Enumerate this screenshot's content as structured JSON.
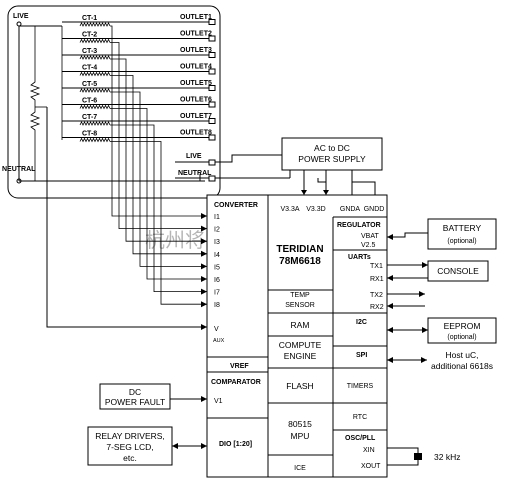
{
  "watermark": "杭州将睿科技有限公司",
  "left_labels": {
    "live": "LIVE",
    "neutral": "NEUTRAL"
  },
  "current_transformers": [
    "CT-1",
    "CT-2",
    "CT-3",
    "CT-4",
    "CT-5",
    "CT-6",
    "CT-7",
    "CT-8"
  ],
  "outlets": [
    "OUTLET1",
    "OUTLET2",
    "OUTLET3",
    "OUTLET4",
    "OUTLET5",
    "OUTLET6",
    "OUTLET7",
    "OUTLET8"
  ],
  "right_panel_labels": {
    "live": "LIVE",
    "neutral": "NEUTRAL"
  },
  "power_supply": {
    "line1": "AC to DC",
    "line2": "POWER SUPPLY"
  },
  "chip": {
    "name1": "TERIDIAN",
    "name2": "78M6618",
    "converter": "CONVERTER",
    "supply_pins": [
      "V3.3A",
      "V3.3D",
      "GNDA",
      "GNDD"
    ],
    "inputs": [
      "I1",
      "I2",
      "I3",
      "I4",
      "I5",
      "I6",
      "I7",
      "I8"
    ],
    "vaux_v": "V",
    "vaux_sub": "AUX",
    "vref": "VREF",
    "comparator": "COMPARATOR",
    "v1": "V1",
    "dio": "DIO [1:20]",
    "regulator": "REGULATOR",
    "vbat": "VBAT",
    "v25": "V2.5",
    "uarts": "UARTs",
    "tx1": "TX1",
    "rx1": "RX1",
    "tx2": "TX2",
    "rx2": "RX2",
    "temp1": "TEMP",
    "temp2": "SENSOR",
    "ram": "RAM",
    "compute1": "COMPUTE",
    "compute2": "ENGINE",
    "flash": "FLASH",
    "mpu1": "80515",
    "mpu2": "MPU",
    "ice": "ICE",
    "i2c": "I2C",
    "spi": "SPI",
    "timers": "TIMERS",
    "rtc": "RTC",
    "osc": "OSC/PLL",
    "xin": "XIN",
    "xout": "XOUT"
  },
  "external": {
    "battery1": "BATTERY",
    "battery2": "(optional)",
    "console": "CONSOLE",
    "eeprom1": "EEPROM",
    "eeprom2": "(optional)",
    "host1": "Host uC,",
    "host2": "additional 6618s",
    "dc1": "DC",
    "dc2": "POWER FAULT",
    "relay1": "RELAY DRIVERS,",
    "relay2": "7-SEG LCD,",
    "relay3": "etc.",
    "crystal": "32 kHz"
  }
}
